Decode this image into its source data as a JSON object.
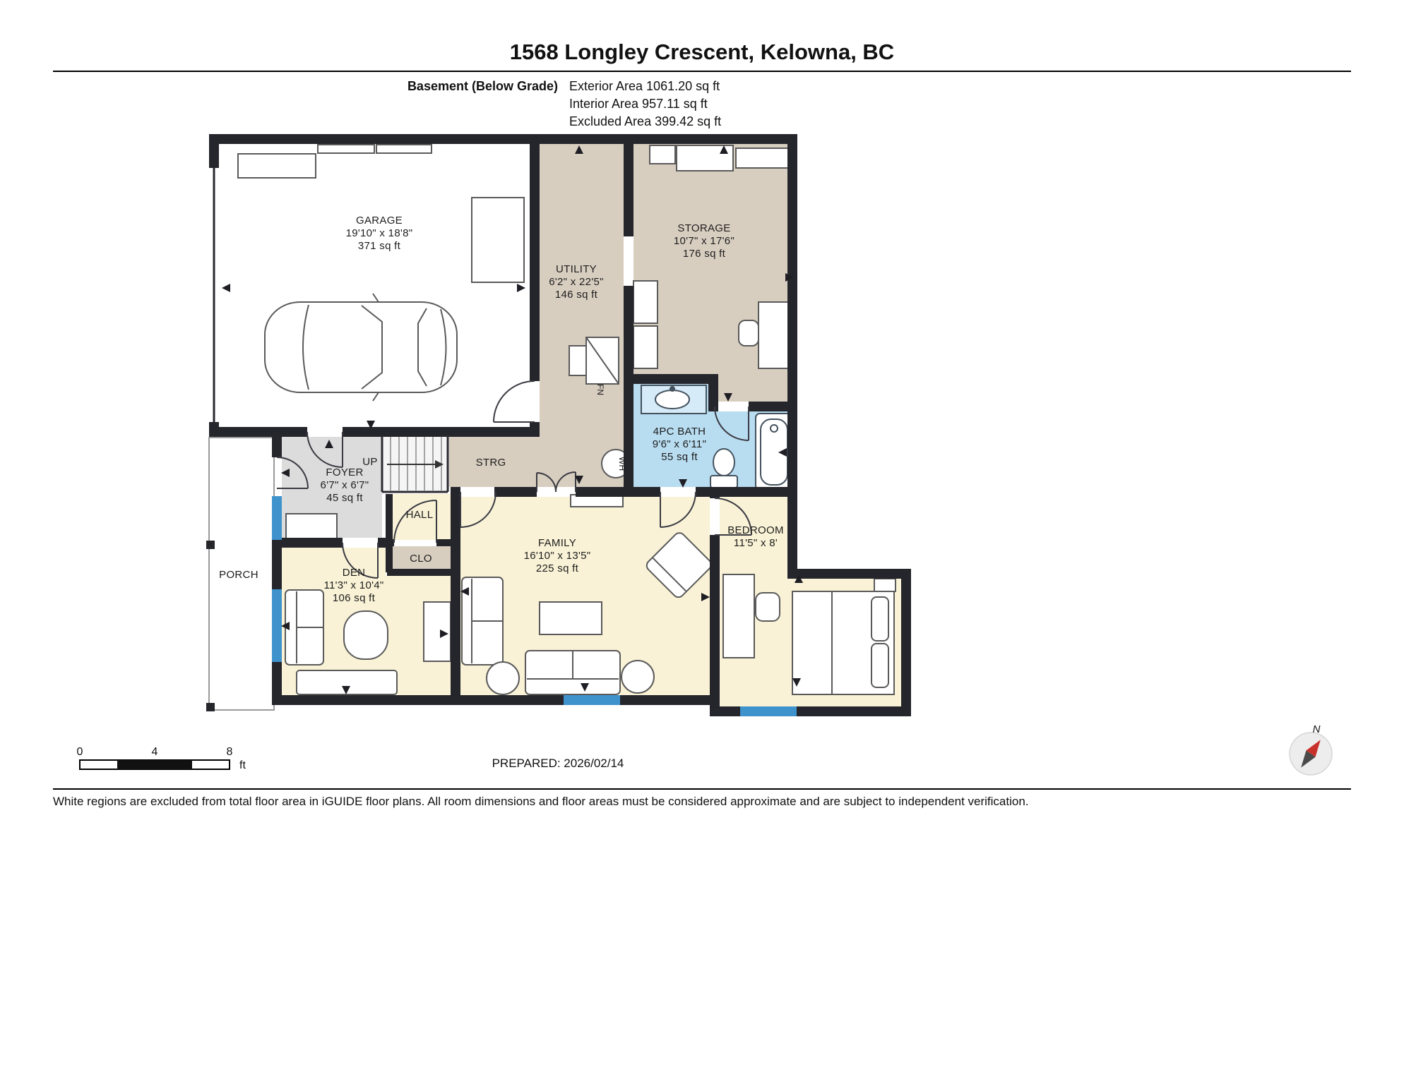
{
  "header": {
    "title": "1568 Longley Crescent, Kelowna, BC",
    "floor_label": "Basement (Below Grade)",
    "exterior_area": "Exterior Area 1061.20 sq ft",
    "interior_area": "Interior Area 957.11 sq ft",
    "excluded_area": "Excluded Area 399.42 sq ft"
  },
  "rooms": {
    "garage": {
      "name": "GARAGE",
      "dims": "19'10\" x 18'8\"",
      "area": "371 sq ft"
    },
    "utility": {
      "name": "UTILITY",
      "dims": "6'2\" x 22'5\"",
      "area": "146 sq ft"
    },
    "storage": {
      "name": "STORAGE",
      "dims": "10'7\" x 17'6\"",
      "area": "176 sq ft"
    },
    "bath": {
      "name": "4PC BATH",
      "dims": "9'6\" x 6'11\"",
      "area": "55 sq ft"
    },
    "foyer": {
      "name": "FOYER",
      "dims": "6'7\" x 6'7\"",
      "area": "45 sq ft"
    },
    "den": {
      "name": "DEN",
      "dims": "11'3\" x 10'4\"",
      "area": "106 sq ft"
    },
    "family": {
      "name": "FAMILY",
      "dims": "16'10\" x 13'5\"",
      "area": "225 sq ft"
    },
    "bedroom": {
      "name": "BEDROOM",
      "dims": "11'5\" x 8'"
    },
    "porch": {
      "name": "PORCH"
    },
    "hall": {
      "name": "HALL"
    },
    "clo": {
      "name": "CLO"
    },
    "strg": {
      "name": "STRG"
    },
    "up": {
      "name": "UP"
    },
    "fn": {
      "name": "FN"
    },
    "wh": {
      "name": "WH"
    }
  },
  "footer": {
    "scale": {
      "t0": "0",
      "t4": "4",
      "t8": "8",
      "unit": "ft"
    },
    "prepared": "PREPARED: 2026/02/14",
    "compass_n": "N",
    "disclaimer": "White regions are excluded from total floor area in iGUIDE floor plans. All room dimensions and floor areas must be considered approximate and are subject to independent verification."
  },
  "colors": {
    "wall": "#25252c",
    "tan": "#d8cec0",
    "cream": "#f9f2d6",
    "gray": "#dcdcdc",
    "bath_blue": "#b8dcf0",
    "window_blue": "#3f93cc",
    "arrow": "#1e1e24",
    "compass_red": "#c8302a"
  }
}
